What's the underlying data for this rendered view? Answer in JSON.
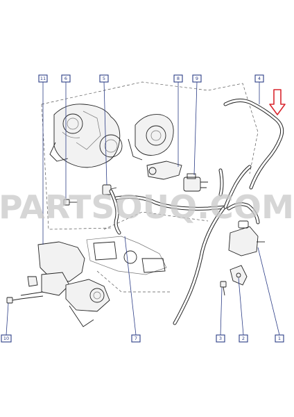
{
  "watermark": "PARTSOUQ.COM",
  "callouts": [
    {
      "id": "c11",
      "label": "11"
    },
    {
      "id": "c6",
      "label": "6"
    },
    {
      "id": "c5",
      "label": "5"
    },
    {
      "id": "c8",
      "label": "8"
    },
    {
      "id": "c9",
      "label": "9"
    },
    {
      "id": "c4",
      "label": "4"
    },
    {
      "id": "c10",
      "label": "10"
    },
    {
      "id": "c7",
      "label": "7"
    },
    {
      "id": "c3",
      "label": "3"
    },
    {
      "id": "c2",
      "label": "2"
    },
    {
      "id": "c1",
      "label": "1"
    }
  ],
  "colors": {
    "callout": "#2b3c86",
    "arrow": "#d8262e",
    "line": "#222222"
  },
  "icons": {
    "pointer": "down-arrow-icon"
  }
}
